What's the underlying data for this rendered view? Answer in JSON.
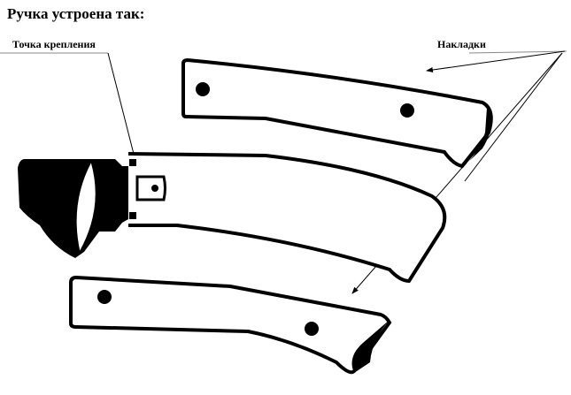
{
  "title": "Ручка устроена так:",
  "labels": {
    "attachment_point": "Точка крепления",
    "scales": "Накладки"
  },
  "colors": {
    "ink": "#000000",
    "background": "#ffffff"
  }
}
